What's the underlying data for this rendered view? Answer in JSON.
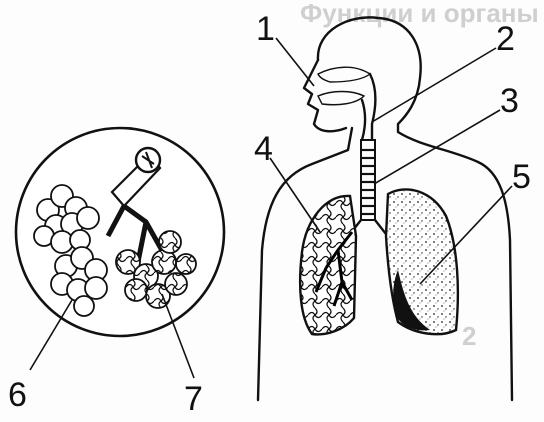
{
  "labels": [
    "1",
    "2",
    "3",
    "4",
    "5",
    "6",
    "7"
  ],
  "bleed_text": [
    "Функции и органы",
    "2"
  ]
}
